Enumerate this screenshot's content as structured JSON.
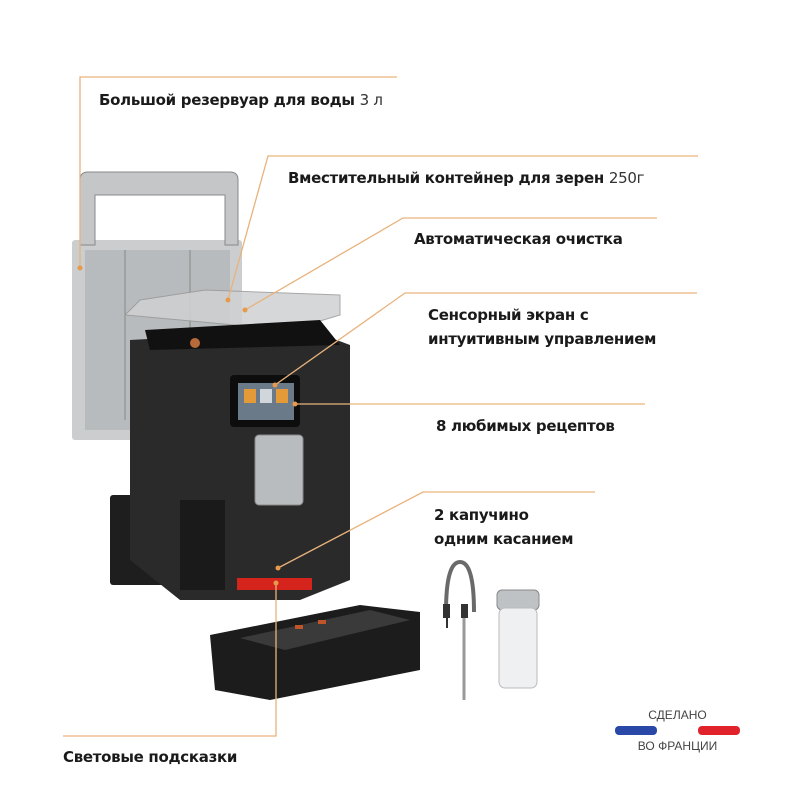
{
  "callouts": [
    {
      "text": "Большой резервуар для воды",
      "value": "3 л"
    },
    {
      "text": "Вместительный контейнер для зерен",
      "value": "250г"
    },
    {
      "text": "Автоматическая очистка"
    },
    {
      "text_line1": "Сенсорный экран с",
      "text_line2": "интуитивным управлением"
    },
    {
      "text": "8 любимых рецептов"
    },
    {
      "text_line1": "2 капучино",
      "text_line2": "одним касанием"
    },
    {
      "text": "Световые подсказки"
    }
  ],
  "badge": {
    "top": "СДЕЛАНО",
    "bottom": "ВО ФРАНЦИИ",
    "flag_colors": [
      "#2a48a8",
      "#ffffff",
      "#e0232a"
    ]
  },
  "colors": {
    "leader_line": "#e9b27c",
    "light_bar": "#e8231a"
  }
}
